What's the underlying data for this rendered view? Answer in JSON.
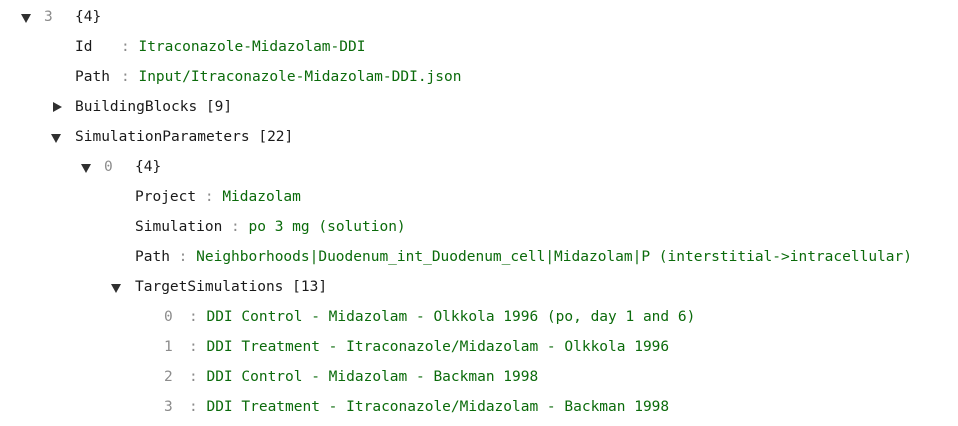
{
  "root": {
    "index": "3",
    "summary": "{4}",
    "id_key": "Id",
    "id_value": "Itraconazole-Midazolam-DDI",
    "path_key": "Path",
    "path_value": "Input/Itraconazole-Midazolam-DDI.json",
    "building_blocks_key": "BuildingBlocks",
    "building_blocks_count": "[9]",
    "simulation_parameters_key": "SimulationParameters",
    "simulation_parameters_count": "[22]"
  },
  "param0": {
    "index": "0",
    "summary": "{4}",
    "project_key": "Project",
    "project_value": "Midazolam",
    "simulation_key": "Simulation",
    "simulation_value": "po 3 mg (solution)",
    "path_key": "Path",
    "path_value": "Neighborhoods|Duodenum_int_Duodenum_cell|Midazolam|P (interstitial->intracellular)",
    "target_simulations_key": "TargetSimulations",
    "target_simulations_count": "[13]"
  },
  "targets": [
    {
      "index": "0",
      "value": "DDI Control - Midazolam - Olkkola 1996 (po, day 1 and 6)"
    },
    {
      "index": "1",
      "value": "DDI Treatment - Itraconazole/Midazolam - Olkkola 1996"
    },
    {
      "index": "2",
      "value": "DDI Control - Midazolam - Backman 1998"
    },
    {
      "index": "3",
      "value": "DDI Treatment - Itraconazole/Midazolam - Backman 1998"
    }
  ],
  "separator": ":"
}
